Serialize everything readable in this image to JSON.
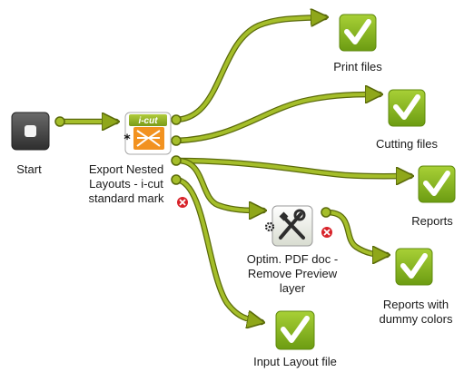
{
  "nodes": {
    "start": {
      "label": "Start"
    },
    "export_nested": {
      "label": "Export Nested\nLayouts -  i-cut\nstandard mark",
      "badge": "i-cut",
      "error": true
    },
    "print_files": {
      "label": "Print files"
    },
    "cutting_files": {
      "label": "Cutting files"
    },
    "reports": {
      "label": "Reports"
    },
    "optim_pdf": {
      "label": "Optim. PDF doc -\nRemove Preview\nlayer",
      "error": true
    },
    "reports_dummy": {
      "label": "Reports with\ndummy colors"
    },
    "input_layout": {
      "label": "Input Layout file"
    }
  },
  "colors": {
    "connector": "#8fa71a",
    "connector_edge": "#5a6a0a",
    "check_fill": "#84b31d",
    "error": "#d8232a",
    "start_box": "#4a4a4a"
  },
  "icons": {
    "start": "stop-icon",
    "export_nested": "icut-flag-icon",
    "optim_pdf": "tools-icon",
    "checkpoints": "checkmark-icon",
    "error": "error-icon"
  }
}
